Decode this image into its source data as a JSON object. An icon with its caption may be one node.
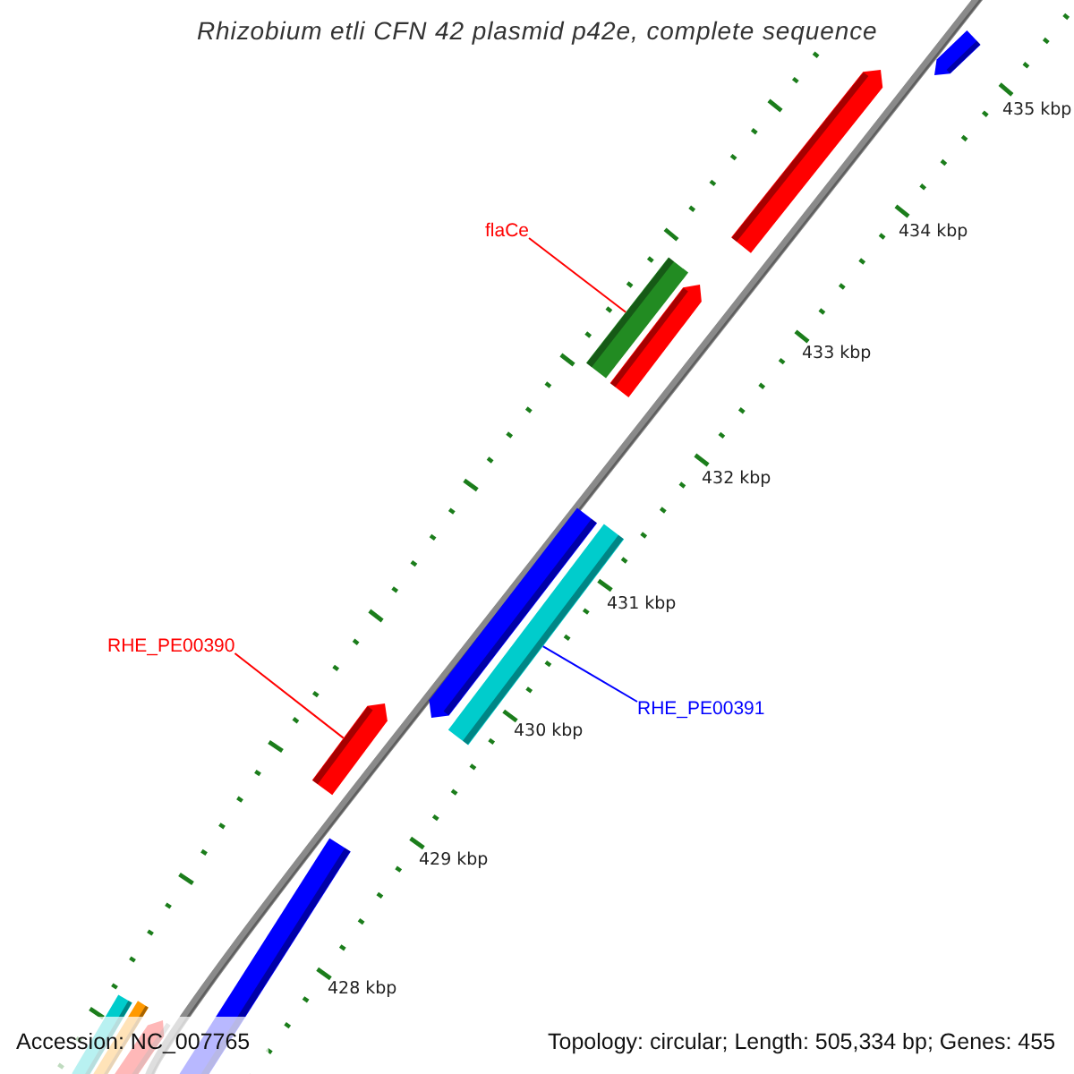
{
  "diagram": {
    "title": "Rhizobium etli CFN 42 plasmid p42e, complete sequence",
    "nodes": [
      {
        "text": [
          "flaCe"
        ]
      },
      {
        "text": [
          "RHE_PE00390"
        ]
      },
      {
        "text": [
          "RHE_PE00391"
        ]
      },
      {
        "text": [],
        "shape": "bar"
      },
      {
        "text": [],
        "shape": "bar"
      },
      {
        "text": [],
        "shape": "bar"
      },
      {
        "text": [],
        "shape": "bar"
      },
      {
        "text": [],
        "shape": "bar"
      },
      {
        "text": [],
        "shape": "bar"
      },
      {
        "text": [],
        "shape": "bar"
      },
      {
        "text": [],
        "shape": "bar"
      },
      {
        "text": [],
        "shape": "bar"
      },
      {
        "text": [],
        "shape": "bar"
      },
      {
        "text": [],
        "shape": "bar"
      }
    ],
    "edges": [
      {
        "from": 0,
        "to": 5,
        "arrow": "none",
        "color": "#ff0000"
      },
      {
        "from": 1,
        "to": 9,
        "arrow": "none",
        "color": "#ff0000"
      },
      {
        "from": 2,
        "to": 8,
        "arrow": "none",
        "color": "#0000ff"
      }
    ],
    "labels": [
      "435 kbp",
      "434 kbp",
      "433 kbp",
      "432 kbp",
      "431 kbp",
      "430 kbp",
      "429 kbp",
      "428 kbp",
      "Accession: NC_007765",
      "Topology: circular; Length: 505,334 bp; Genes: 455"
    ]
  }
}
